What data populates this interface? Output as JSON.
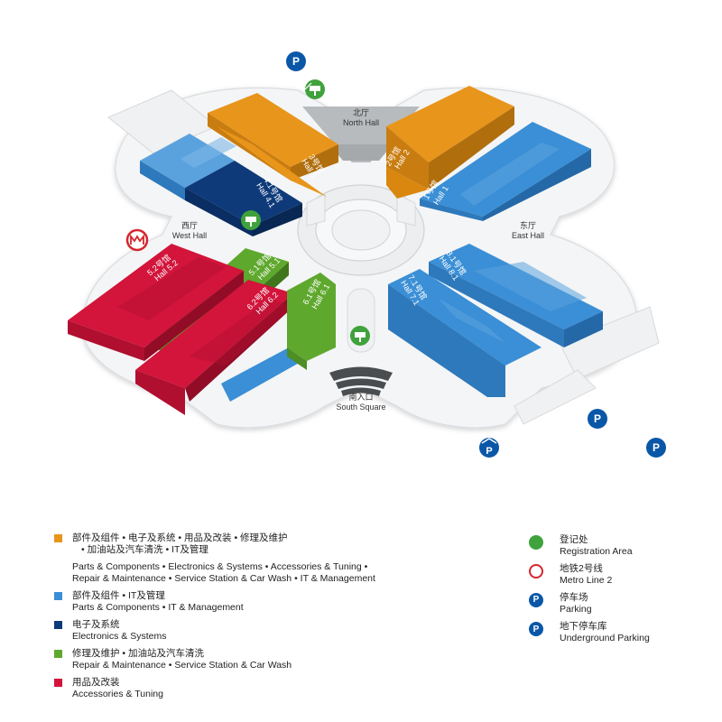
{
  "colors": {
    "orange": "#E8951B",
    "blue": "#3A8FD6",
    "navy": "#0E3A7A",
    "green": "#5FA82E",
    "red": "#D3143B",
    "reg_green": "#3FA23C",
    "metro_red": "#D5262E",
    "parking_blue": "#0A57A8"
  },
  "halls": {
    "north": {
      "zh": "北厅",
      "en": "North Hall"
    },
    "west": {
      "zh": "西厅",
      "en": "West Hall"
    },
    "east": {
      "zh": "东厅",
      "en": "East Hall"
    },
    "south": {
      "zh": "南入口",
      "en": "South Square"
    },
    "h3": {
      "zh": "3号馆",
      "en": "Hall 3"
    },
    "h2": {
      "zh": "2号馆",
      "en": "Hall 2"
    },
    "h41": {
      "zh": "4.1号馆",
      "en": "Hall 4.1"
    },
    "h11": {
      "zh": "1号馆",
      "en": "Hall 1"
    },
    "h51": {
      "zh": "5.1号馆",
      "en": "Hall 5.1"
    },
    "h52": {
      "zh": "5.2号馆",
      "en": "Hall 5.2"
    },
    "h62": {
      "zh": "6.2号馆",
      "en": "Hall 6.2"
    },
    "h61": {
      "zh": "6.1号馆",
      "en": "Hall 6.1"
    },
    "h71": {
      "zh": "7.1号馆",
      "en": "Hall 7.1"
    },
    "h81": {
      "zh": "8.1号馆",
      "en": "Hall 8.1"
    }
  },
  "icons": {
    "parking": "P",
    "underground": "P"
  },
  "legend": {
    "orange_zh1": "部件及组件 • 电子及系统 • 用品及改装 • 修理及维护",
    "orange_zh2": "• 加油站及汽车清洗 • IT及管理",
    "orange_en1": "Parts & Components • Electronics & Systems • Accessories & Tuning •",
    "orange_en2": "Repair & Maintenance • Service Station & Car Wash • IT & Management",
    "blue_zh": "部件及组件 • IT及管理",
    "blue_en": "Parts & Components • IT & Management",
    "navy_zh": "电子及系统",
    "navy_en": "Electronics & Systems",
    "green_zh": "修理及维护 • 加油站及汽车清洗",
    "green_en": "Repair & Maintenance • Service Station & Car Wash",
    "red_zh": "用品及改装",
    "red_en": "Accessories & Tuning",
    "reg_zh": "登记处",
    "reg_en": "Registration Area",
    "metro_zh": "地铁2号线",
    "metro_en": "Metro Line 2",
    "park_zh": "停车场",
    "park_en": "Parking",
    "ugpark_zh": "地下停车库",
    "ugpark_en": "Underground Parking"
  }
}
